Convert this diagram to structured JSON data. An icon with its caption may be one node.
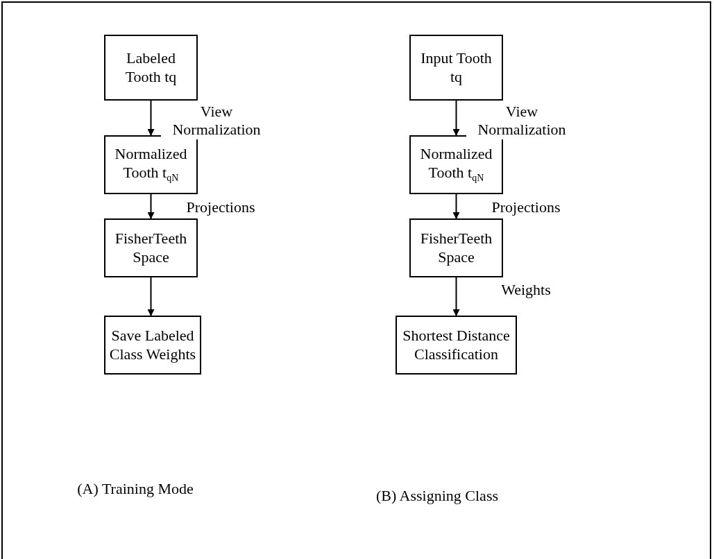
{
  "diagram": {
    "nodes": [
      {
        "text": [
          "Labeled Tooth tq"
        ]
      },
      {
        "text": [
          "Normalized Tooth t$_{qN}$"
        ]
      },
      {
        "text": [
          "FisherTeeth Space"
        ]
      },
      {
        "text": [
          "Save Labeled Class Weights"
        ]
      },
      {
        "text": [
          "Input Tooth tq"
        ]
      },
      {
        "text": [
          "Normalized Tooth t$_{qN}$"
        ]
      },
      {
        "text": [
          "FisherTeeth Space"
        ]
      },
      {
        "text": [
          "Shortest Distance Classification"
        ]
      }
    ],
    "edges": [
      {
        "from": 0,
        "to": 1,
        "arrow": "to",
        "label": "View Normalization"
      },
      {
        "from": 1,
        "to": 2,
        "arrow": "to",
        "label": "Projections"
      },
      {
        "from": 2,
        "to": 3,
        "arrow": "to"
      },
      {
        "from": 4,
        "to": 5,
        "arrow": "to",
        "label": "View Normalization"
      },
      {
        "from": 5,
        "to": 6,
        "arrow": "to",
        "label": "Projections"
      },
      {
        "from": 6,
        "to": 7,
        "arrow": "to",
        "label": "Weights"
      }
    ],
    "labels": [
      "(A) Training Mode",
      "(B) Assigning Class"
    ]
  }
}
